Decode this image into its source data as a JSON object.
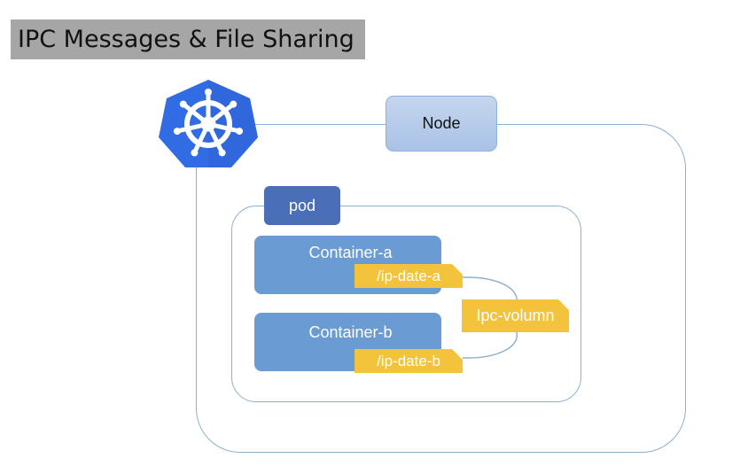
{
  "title": "IPC Messages & File Sharing",
  "node": {
    "label": "Node"
  },
  "pod": {
    "label": "pod"
  },
  "containers": [
    {
      "name": "Container-a",
      "mount": "/ip-date-a"
    },
    {
      "name": "Container-b",
      "mount": "/ip-date-b"
    }
  ],
  "volume": {
    "label": "Ipc-volumn"
  },
  "logo": {
    "icon": "kubernetes-helm-icon",
    "color": "#326ce5"
  },
  "colors": {
    "frame": "#8eb0cf",
    "node_fill": "#b7cbe9",
    "pod_fill": "#4a6fb8",
    "container_fill": "#6a9bd3",
    "tag_fill": "#f3c33b",
    "title_bg": "#a6a6a6"
  }
}
